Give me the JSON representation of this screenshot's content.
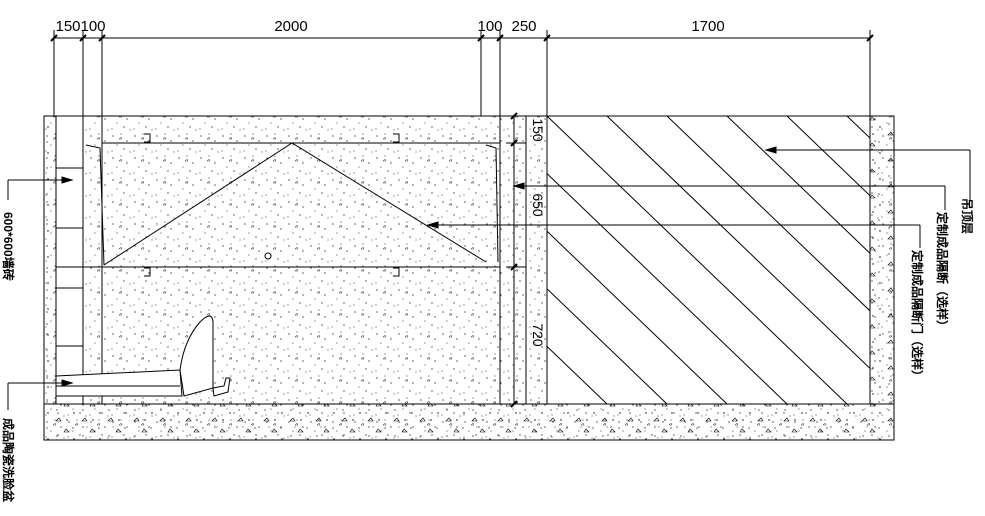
{
  "dimensions": {
    "top": [
      "150",
      "100",
      "2000",
      "100",
      "250",
      "1700"
    ],
    "vertical": [
      "150",
      "650",
      "720"
    ]
  },
  "labels": {
    "ceiling": "吊顶层",
    "partition": "定制成品隔断（选样）",
    "partition_door": "定制成品隔断门（选样）",
    "wall_tile": "600*600墙砖",
    "urinal": "成品陶瓷洗脸盆"
  }
}
